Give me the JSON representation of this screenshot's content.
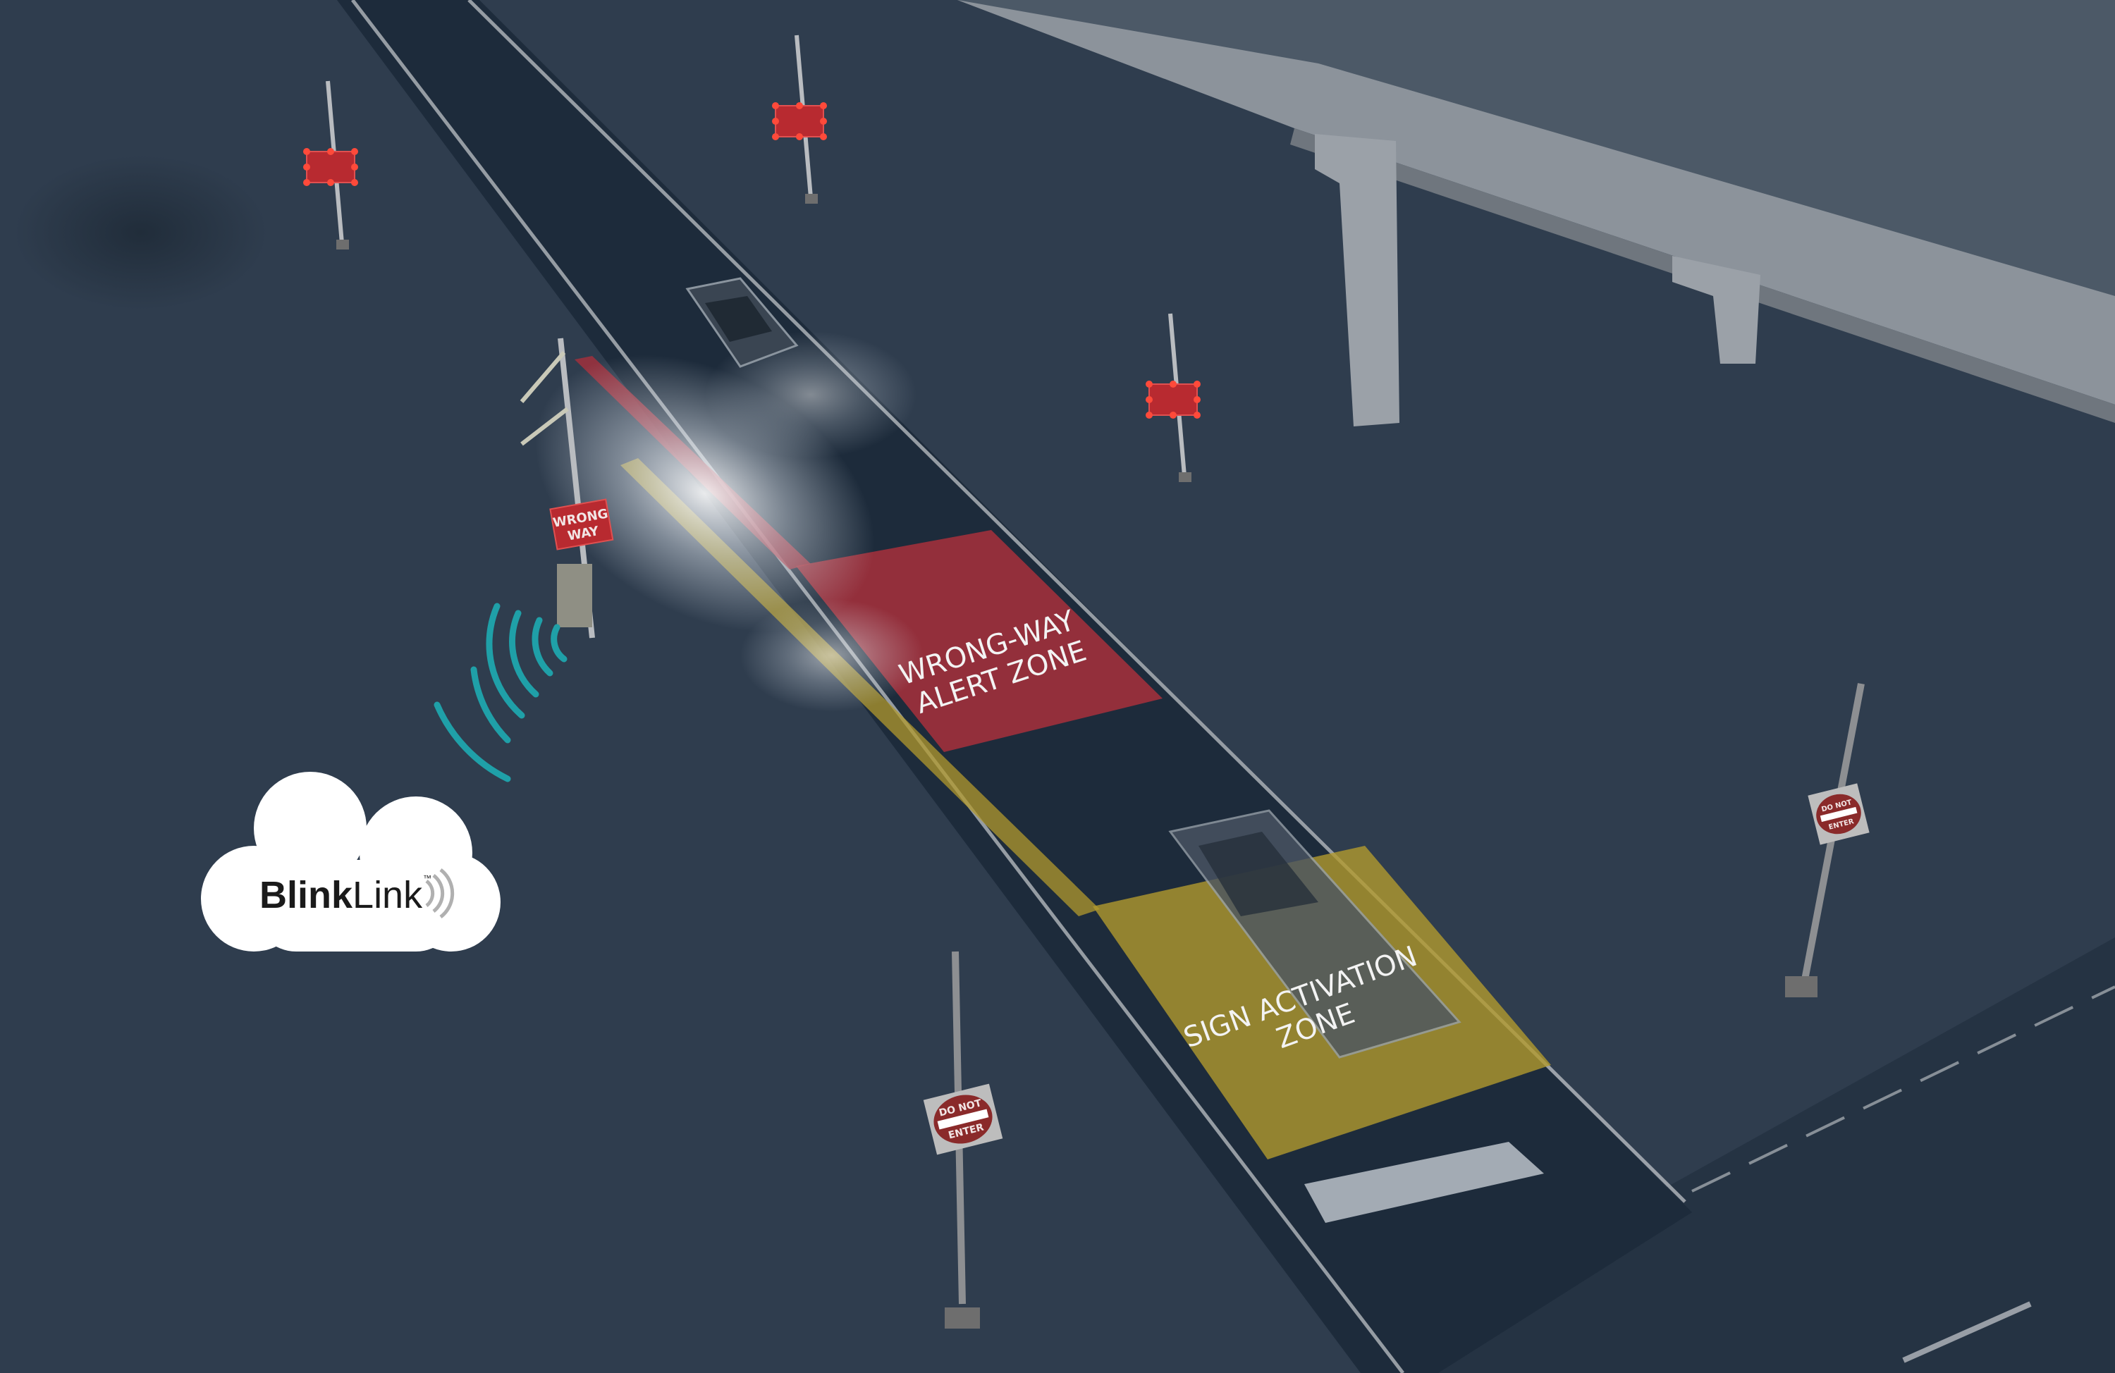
{
  "logo": {
    "brand_bold": "Blink",
    "brand_light": "Link",
    "trademark": "™"
  },
  "zones": {
    "alert": {
      "line1": "WRONG-WAY",
      "line2": "ALERT ZONE"
    },
    "activation": {
      "line1": "SIGN ACTIVATION",
      "line2": "ZONE"
    }
  },
  "signs": {
    "wrong_way": {
      "line1": "WRONG",
      "line2": "WAY"
    },
    "do_not_enter": {
      "line1": "DO NOT",
      "line2": "ENTER"
    }
  },
  "colors": {
    "ground": "#2f3d4e",
    "road": "#1c2a3a",
    "alert_zone": "#a8303c",
    "activation_zone": "#b19a2e",
    "wave": "#1fa0a8",
    "overpass": "#8c939b"
  }
}
